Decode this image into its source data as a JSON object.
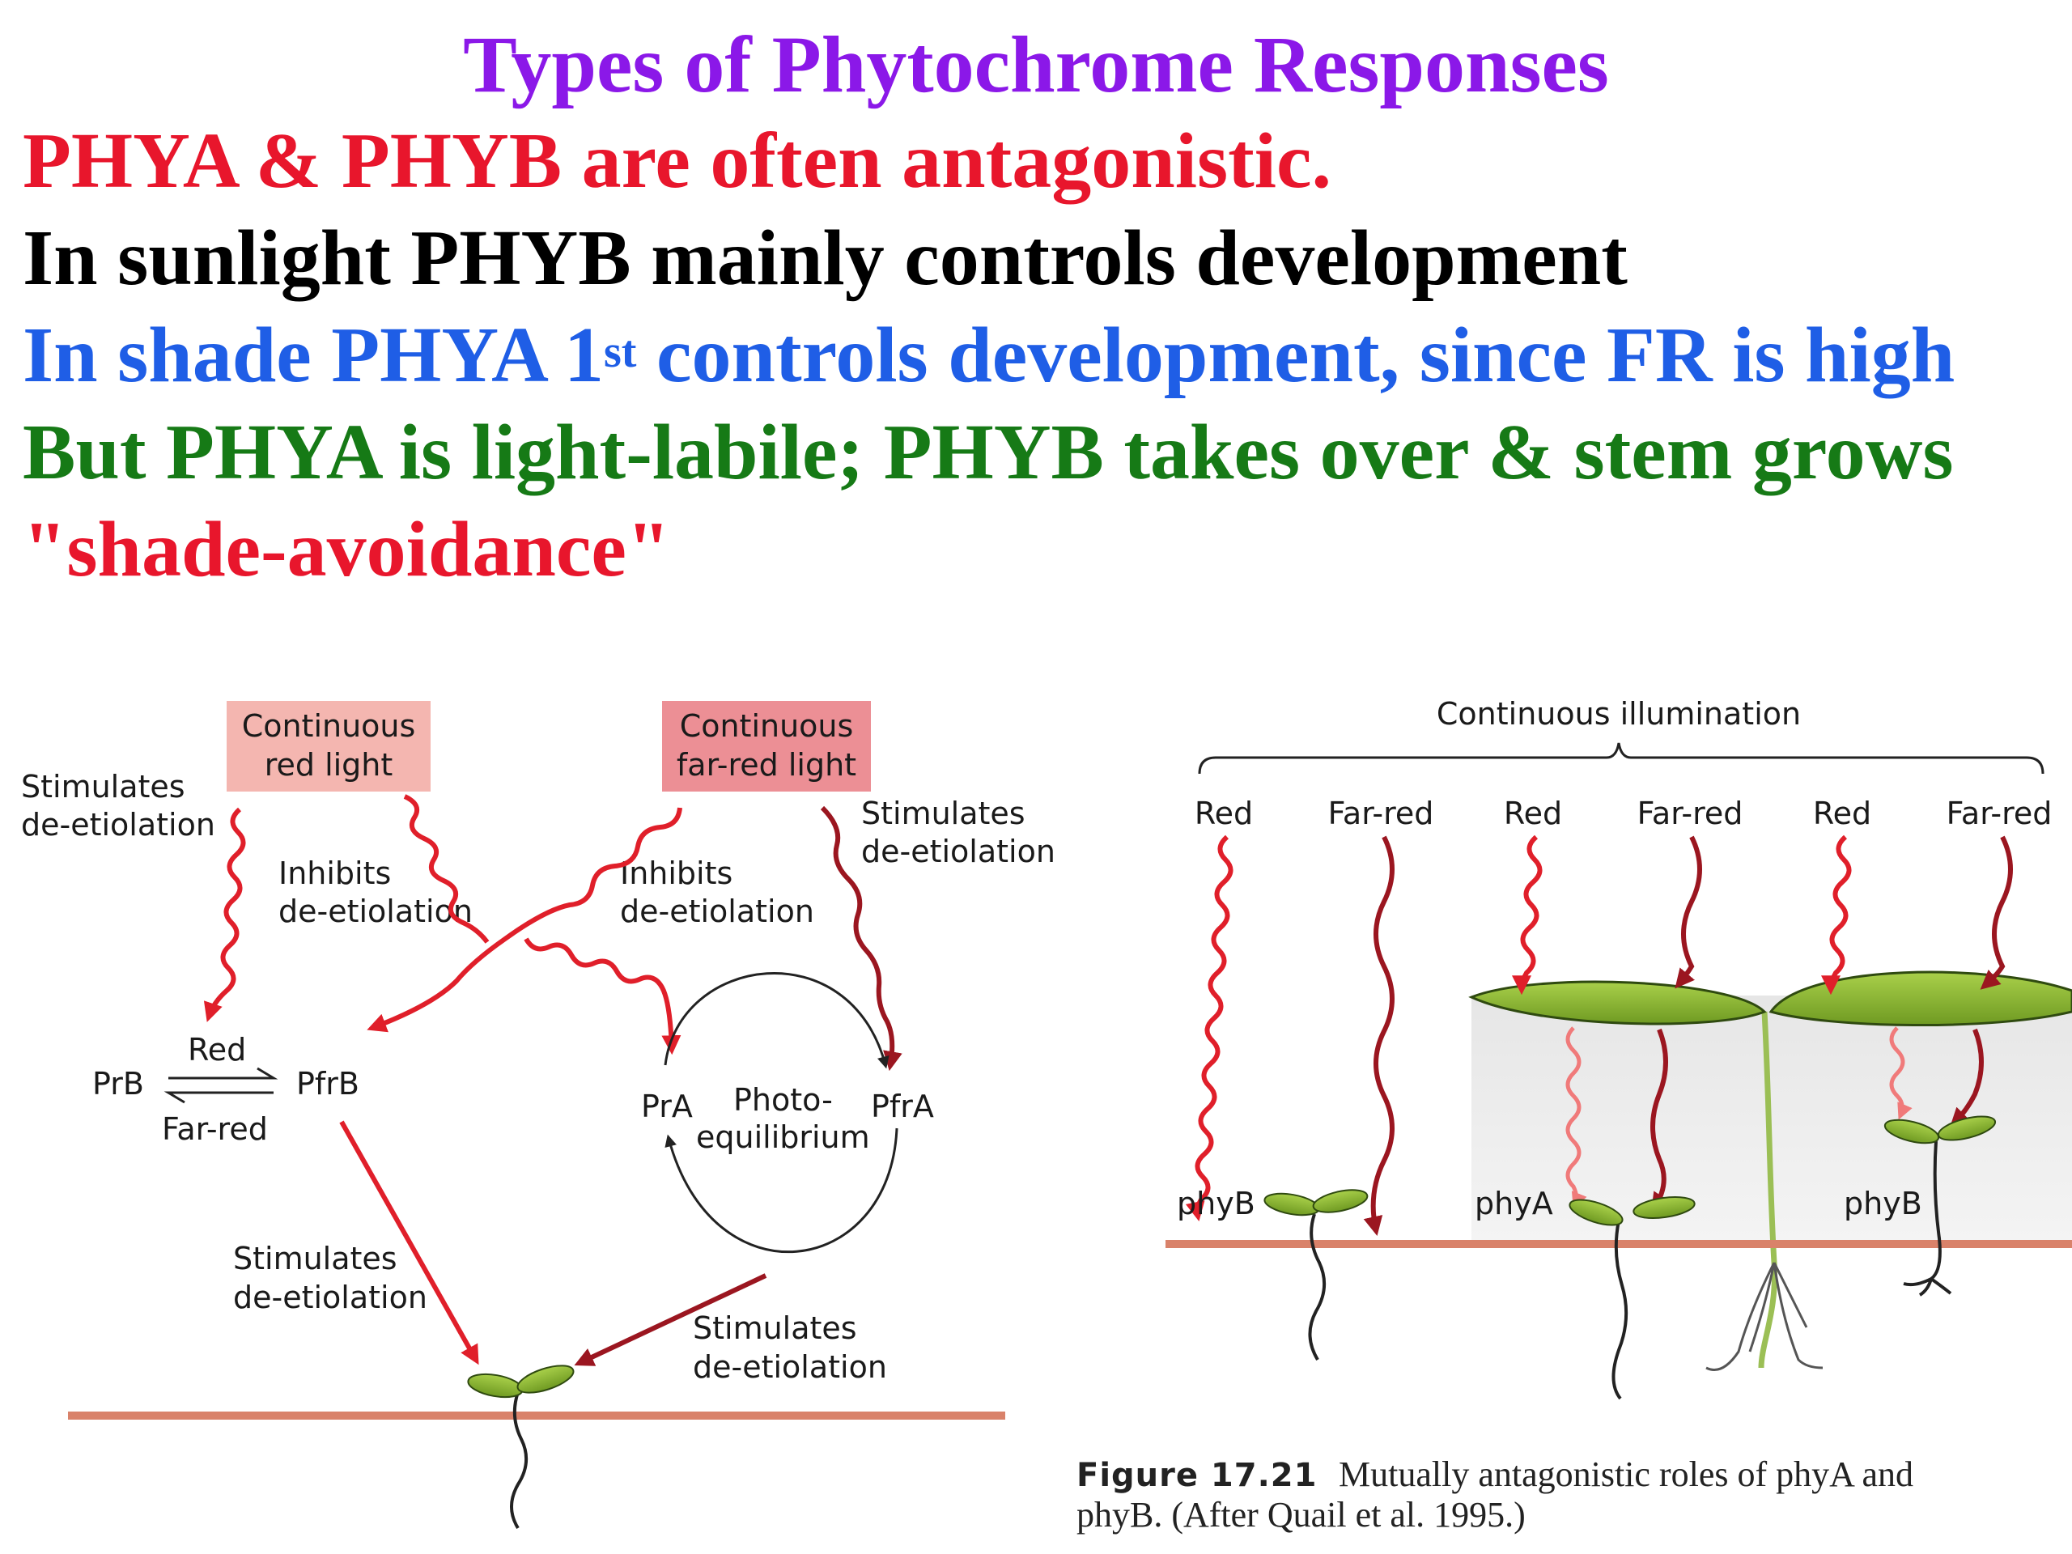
{
  "slide": {
    "title": "Types of Phytochrome Responses",
    "line1": "PHYA & PHYB are often antagonistic.",
    "line2": "In sunlight PHYB mainly controls development",
    "line3_pre": "In shade PHYA 1",
    "line3_sup": "st",
    "line3_post": " controls development, since FR is high",
    "line4": "But PHYA is light-labile; PHYB takes over & stem grows",
    "line5": "\"shade-avoidance\""
  },
  "left_diagram": {
    "box_red_line1": "Continuous",
    "box_red_line2": "red light",
    "box_farred_line1": "Continuous",
    "box_farred_line2": "far-red light",
    "stim1_line1": "Stimulates",
    "stim1_line2": "de-etiolation",
    "inhib1_line1": "Inhibits",
    "inhib1_line2": "de-etiolation",
    "inhib2_line1": "Inhibits",
    "inhib2_line2": "de-etiolation",
    "stim2_line1": "Stimulates",
    "stim2_line2": "de-etiolation",
    "prb": "PrB",
    "pfrb": "PfrB",
    "red": "Red",
    "far_red": "Far-red",
    "pra": "PrA",
    "pfra": "PfrA",
    "photo_line1": "Photo-",
    "photo_line2": "equilibrium",
    "stim3_line1": "Stimulates",
    "stim3_line2": "de-etiolation",
    "stim4_line1": "Stimulates",
    "stim4_line2": "de-etiolation"
  },
  "right_diagram": {
    "header": "Continuous illumination",
    "beam_labels": [
      "Red",
      "Far-red",
      "Red",
      "Far-red",
      "Red",
      "Far-red"
    ],
    "phyb_left": "phyB",
    "phya": "phyA",
    "phyb_right": "phyB"
  },
  "caption": {
    "figure": "Figure 17.21",
    "text_line1": "Mutually antagonistic roles of phyA and",
    "text_line2": "phyB. (After Quail et al. 1995.)"
  },
  "colors": {
    "title": "#8B18E8",
    "red_text": "#E8162C",
    "blue_text": "#1F5EE6",
    "green_text": "#167A16",
    "red_arrow": "#E01F2A",
    "darkred_arrow": "#9B1620",
    "leaf_green": "#8DBB35",
    "soil": "#D9826A"
  }
}
